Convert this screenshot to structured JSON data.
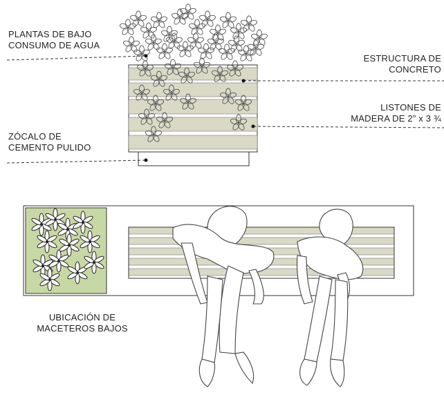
{
  "callouts": {
    "plants": {
      "line1": "PLANTAS DE BAJO",
      "line2": "CONSUMO DE AGUA"
    },
    "structure": {
      "line1": "ESTRUCTURA DE",
      "line2": "CONCRETO"
    },
    "slats": {
      "line1": "LISTONES DE",
      "line2": "MADERA DE 2” x 3 ¾"
    },
    "plinth": {
      "line1": "ZÓCALO DE",
      "line2": "CEMENTO PULIDO"
    },
    "planter_location": {
      "line1": "UBICACIÓN DE",
      "line2": "MACETEROS BAJOS"
    }
  },
  "colors": {
    "slat_fill": "#d9d9c5",
    "planter_fill": "#c8d8a4",
    "line": "#333333"
  }
}
